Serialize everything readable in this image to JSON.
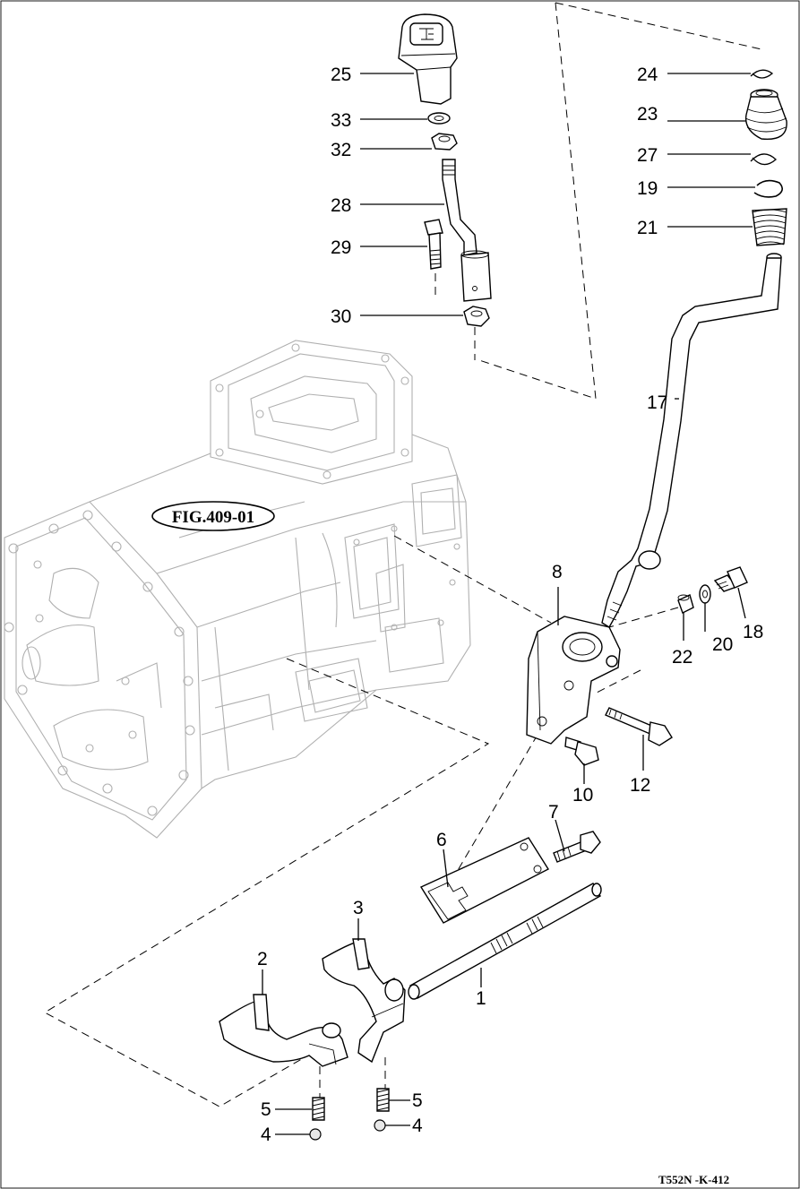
{
  "figure_ref": "FIG.409-01",
  "drawing_code": "T552N -K-412",
  "labels": {
    "p1": "1",
    "p2": "2",
    "p3": "3",
    "p4a": "4",
    "p4b": "4",
    "p5a": "5",
    "p5b": "5",
    "p6": "6",
    "p7": "7",
    "p8": "8",
    "p10": "10",
    "p12": "12",
    "p17": "17",
    "p18": "18",
    "p19": "19",
    "p20": "20",
    "p21": "21",
    "p22": "22",
    "p23": "23",
    "p24": "24",
    "p25": "25",
    "p27": "27",
    "p28": "28",
    "p29": "29",
    "p30": "30",
    "p32": "32",
    "p33": "33"
  }
}
